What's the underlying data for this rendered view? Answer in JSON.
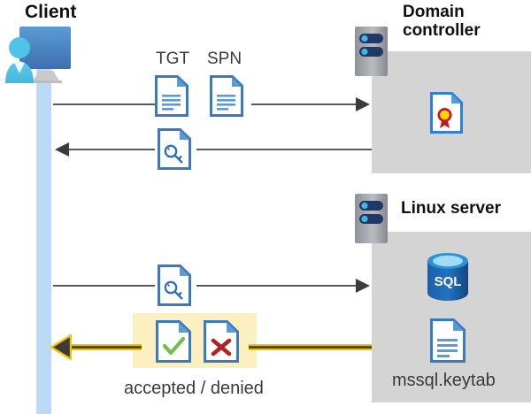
{
  "diagram": {
    "title_client": "Client",
    "title_domain_controller": "Domain\ncontroller",
    "title_domain_controller_line1": "Domain",
    "title_domain_controller_line2": "controller",
    "title_linux_server": "Linux server",
    "label_tgt": "TGT",
    "label_spn": "SPN",
    "label_keytab": "mssql.keytab",
    "label_result": "accepted / denied",
    "sql_text": "SQL"
  },
  "icons": {
    "client": "user-monitor-icon",
    "server_top": "server-icon",
    "server_bottom": "server-icon",
    "tgt_doc": "document-icon",
    "spn_doc": "document-icon",
    "ticket_key_doc": "document-key-icon",
    "request_key_doc": "document-key-icon",
    "certificate": "certificate-document-icon",
    "database": "sql-database-icon",
    "keytab_doc": "document-icon",
    "accepted_doc": "document-check-icon",
    "denied_doc": "document-x-icon"
  },
  "flows": [
    {
      "name": "client-to-dc-request",
      "direction": "right"
    },
    {
      "name": "dc-to-client-ticket",
      "direction": "left"
    },
    {
      "name": "client-to-linux-request",
      "direction": "right"
    },
    {
      "name": "linux-to-client-result",
      "direction": "left",
      "style": "gold"
    }
  ],
  "colors": {
    "panel_gray": "#d4d4d4",
    "lifeline_blue": "#bcd9f5",
    "arrow_gray": "#5a5a5a",
    "arrow_gold": "#f5c400",
    "highlight_yellow": "#fcf0c0",
    "doc_blue": "#3a79c3",
    "accent_blue": "#2f6fb5",
    "check_green": "#6fbf4a",
    "x_red": "#b32222",
    "sql_blue": "#1e5fa8"
  }
}
